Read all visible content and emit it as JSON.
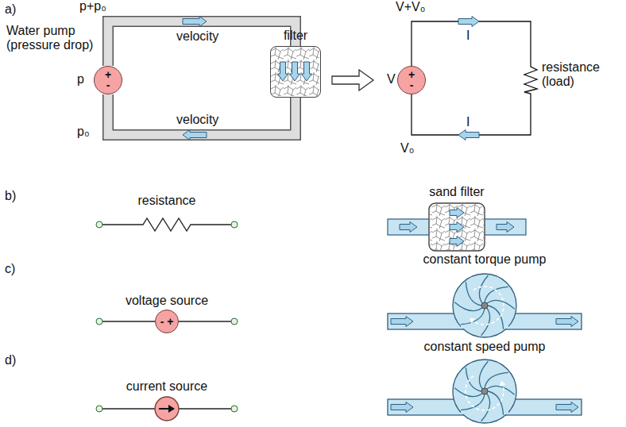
{
  "diagram": {
    "nodes": [
      {
        "text": [
          "+",
          "-"
        ]
      },
      {
        "text": [
          "filter"
        ]
      },
      {
        "text": [
          "+",
          "-"
        ]
      },
      {
        "text": [
          "resistance (load)"
        ]
      },
      {
        "text": [
          "- +"
        ]
      }
    ],
    "edges": [
      {
        "from": 0,
        "to": 1,
        "arrow": "none",
        "label": "velocity"
      },
      {
        "from": 1,
        "to": 0,
        "arrow": "none",
        "label": "velocity"
      },
      {
        "from": 2,
        "to": 3,
        "arrow": "none",
        "label": "I"
      },
      {
        "from": 3,
        "to": 2,
        "arrow": "none",
        "label": "I"
      }
    ],
    "labels": [
      "a)",
      "p+p₀",
      "Water pump (pressure drop)",
      "p",
      "p₀",
      "V+V₀",
      "V",
      "V₀",
      "b)",
      "resistance",
      "sand filter",
      "c)",
      "voltage source",
      "constant torque pump",
      "d)",
      "current source",
      "constant speed pump"
    ]
  }
}
